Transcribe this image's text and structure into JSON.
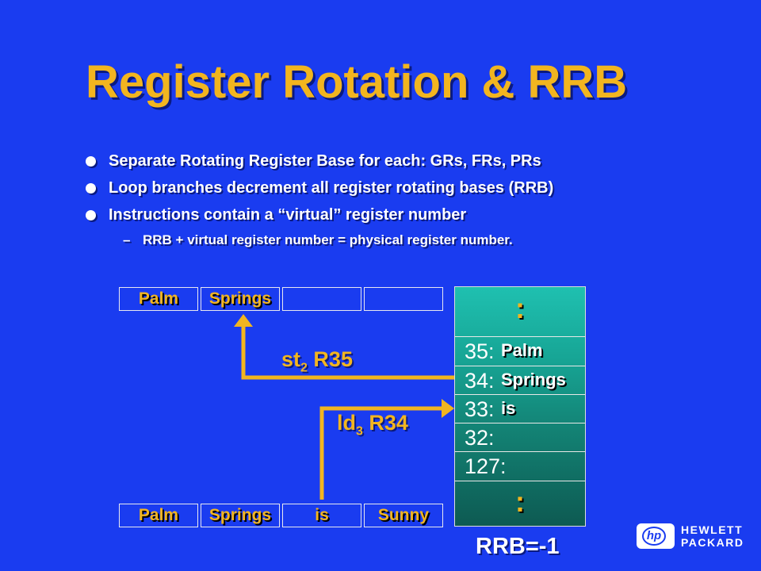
{
  "title": "Register Rotation & RRB",
  "bullets": [
    "Separate Rotating Register Base for each: GRs, FRs, PRs",
    "Loop branches decrement all register rotating bases (RRB)",
    "Instructions contain a “virtual” register number"
  ],
  "sub_bullet": "RRB + virtual register number = physical register number.",
  "sub_dash": "–",
  "store_memory": [
    "Palm",
    "Springs",
    "",
    ""
  ],
  "load_memory": [
    "Palm",
    "Springs",
    "is",
    "Sunny"
  ],
  "registers": [
    {
      "num": "35:",
      "value": "Palm"
    },
    {
      "num": "34:",
      "value": "Springs"
    },
    {
      "num": "33:",
      "value": "is"
    },
    {
      "num": "32:",
      "value": ""
    },
    {
      "num": "127:",
      "value": ""
    }
  ],
  "ellipsis": ":",
  "store_op": {
    "mnemonic": "st",
    "sub": "2",
    "operand": " R35"
  },
  "load_op": {
    "mnemonic": "ld",
    "sub": "3",
    "operand": " R34"
  },
  "rrb_label": "RRB=-1",
  "logo": {
    "brand_mark": "hp",
    "line1": "HEWLETT",
    "line2": "PACKARD"
  },
  "colors": {
    "background": "#1a3cf0",
    "accent": "#f2b51f",
    "arrow": "#f2b51f",
    "register_file": "#17a595"
  }
}
